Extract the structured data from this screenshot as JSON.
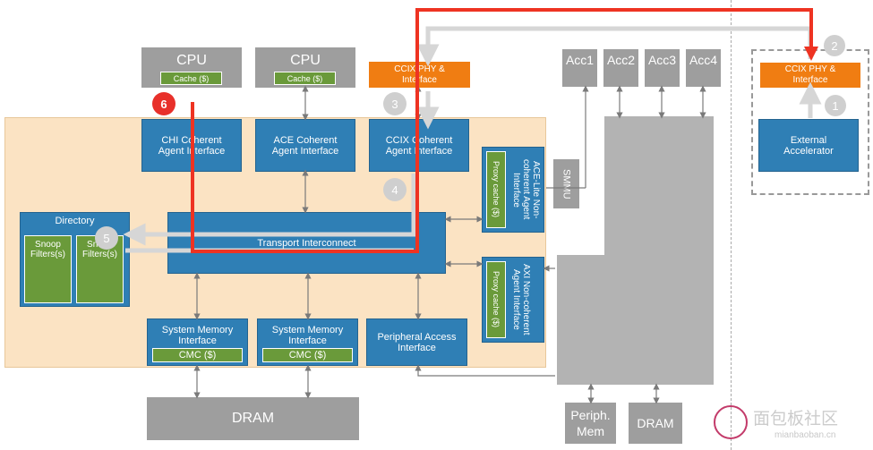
{
  "cpu1": {
    "title": "CPU",
    "cache": "Cache ($)"
  },
  "cpu2": {
    "title": "CPU",
    "cache": "Cache ($)"
  },
  "ccix_phy_left": {
    "label": "CCIX PHY & Interface"
  },
  "ccix_phy_right": {
    "label": "CCIX PHY & Interface"
  },
  "accelerators": [
    "Acc1",
    "Acc2",
    "Acc3",
    "Acc4"
  ],
  "chi": {
    "label": "CHI Coherent Agent Interface"
  },
  "ace": {
    "label": "ACE Coherent Agent Interface"
  },
  "ccix": {
    "label": "CCIX Coherent Agent Interface"
  },
  "ace_lite": {
    "label": "ACE-Lite Non-coherent Agent Interface",
    "proxy": "Proxy cache ($)"
  },
  "axi": {
    "label": "AXI Non-coherent Agent Interface",
    "proxy": "Proxy cache ($)"
  },
  "smmu": {
    "label": "SMMU"
  },
  "directory": {
    "title": "Directory",
    "filter1": "Snoop Filters(s)",
    "filter2": "Snoop Filters(s)"
  },
  "transport": {
    "label": "Transport Interconnect"
  },
  "sysmem1": {
    "label": "System Memory Interface",
    "cmc": "CMC ($)"
  },
  "sysmem2": {
    "label": "System Memory Interface",
    "cmc": "CMC ($)"
  },
  "peripheral_access": {
    "label": "Peripheral Access Interface"
  },
  "dram_main": {
    "label": "DRAM"
  },
  "periph_mem": {
    "label": "Periph. Mem"
  },
  "dram_right": {
    "label": "DRAM"
  },
  "external_accel": {
    "label": "External Accelerator"
  },
  "steps": [
    "1",
    "2",
    "3",
    "4",
    "5",
    "6"
  ],
  "watermark": {
    "cn": "面包板社区",
    "en": "mianbaoban.cn"
  },
  "colors": {
    "soc_bg": "#fbe3c3",
    "blue": "#2f7fb5",
    "green": "#6a9a3a",
    "orange": "#f07d12",
    "gray": "#9e9e9e",
    "path_red": "#ee3322",
    "step6_red": "#e8302a"
  }
}
